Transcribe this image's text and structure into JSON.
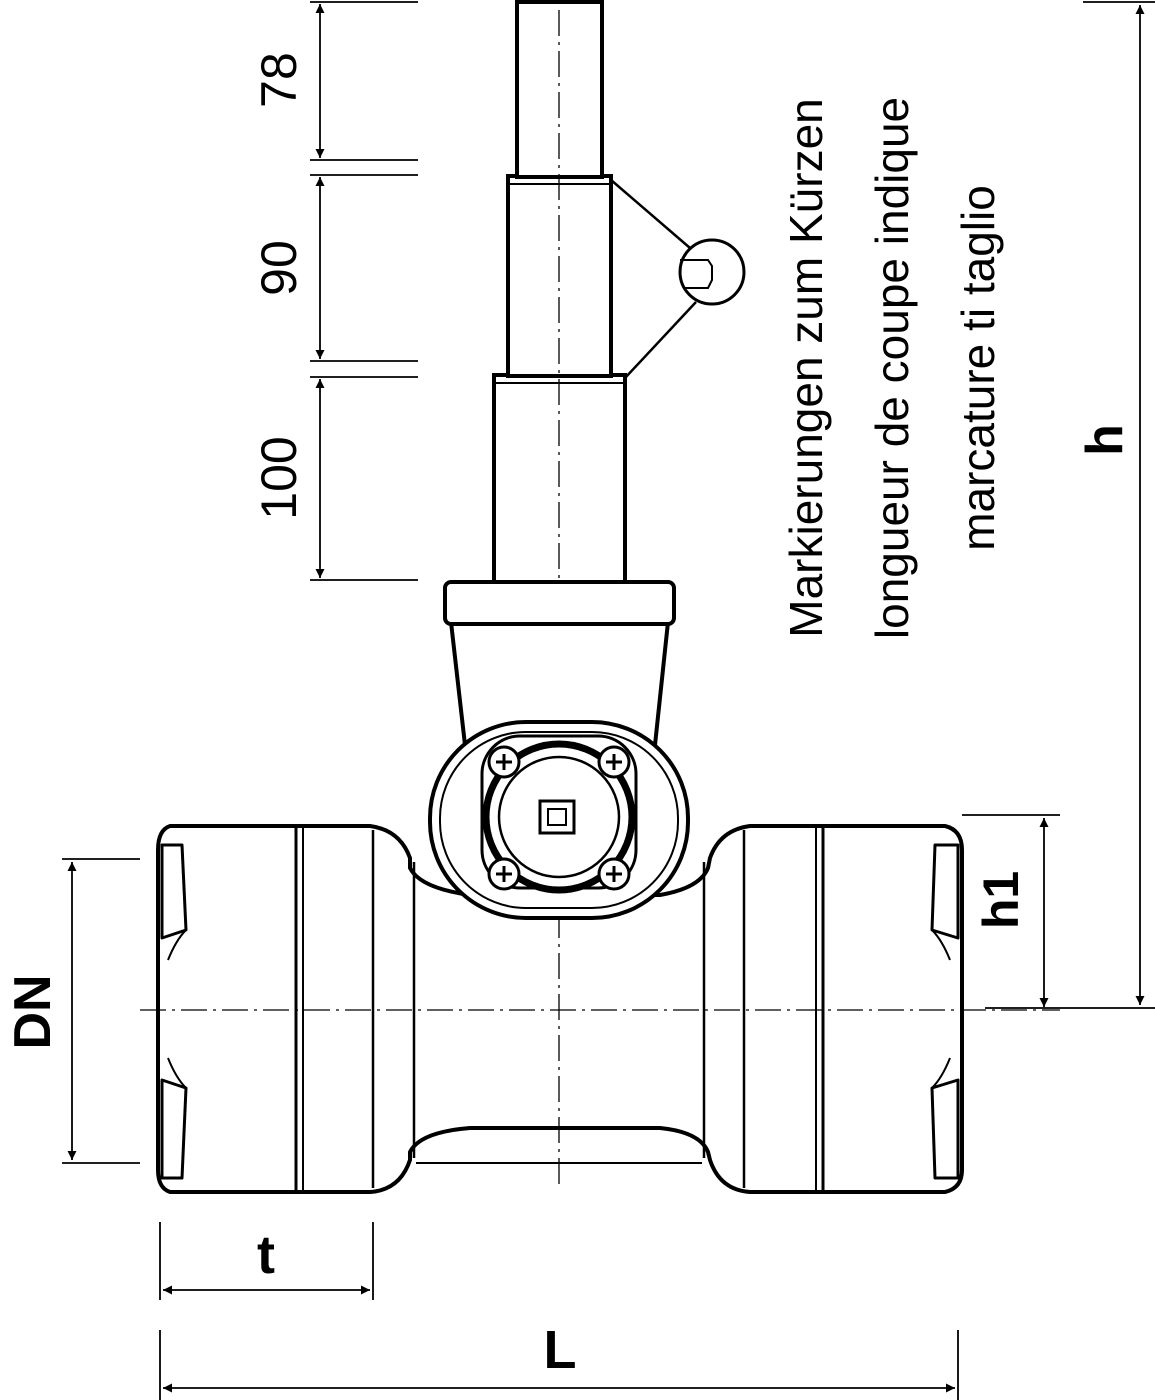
{
  "dimensions": {
    "d78": "78",
    "d90": "90",
    "d100": "100",
    "h": "h",
    "h1": "h1",
    "DN": "DN",
    "t": "t",
    "L": "L"
  },
  "annotation": {
    "line1": "Markierungen zum Kürzen",
    "line2": "longueur de coupe indique",
    "line3": "marcature ti taglio"
  },
  "colors": {
    "ink": "#000000",
    "paper": "#ffffff"
  }
}
